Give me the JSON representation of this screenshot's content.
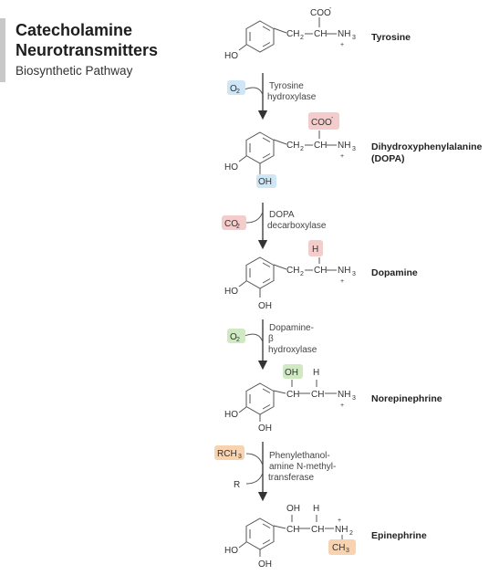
{
  "title": "Catecholamine Neurotransmitters",
  "title_line1": "Catecholamine",
  "title_line2": "Neurotransmitters",
  "subtitle": "Biosynthetic Pathway",
  "compounds": [
    {
      "name": "Tyrosine"
    },
    {
      "name": "Dihydroxyphenylalanine",
      "abbr": "(DOPA)"
    },
    {
      "name": "Dopamine"
    },
    {
      "name": "Norepinephrine"
    },
    {
      "name": "Epinephrine"
    }
  ],
  "steps": [
    {
      "enzyme_lines": [
        "Tyrosine",
        "hydroxylase"
      ],
      "cofactor": "O",
      "cofactor_sub": "2",
      "cofactor_color": "#cfe6f7"
    },
    {
      "enzyme_lines": [
        "DOPA",
        "decarboxylase"
      ],
      "product": "CO",
      "product_sub": "2",
      "product_color": "#f4cccc"
    },
    {
      "enzyme_lines": [
        "Dopamine-",
        "β",
        "hydroxylase"
      ],
      "cofactor": "O",
      "cofactor_sub": "2",
      "cofactor_color": "#cfeac3"
    },
    {
      "enzyme_lines": [
        "Phenylethanol-",
        "amine N-methyl-",
        "transferase"
      ],
      "cofactor": "RCH",
      "cofactor_sub": "3",
      "cofactor_color": "#f9d3b0",
      "product": "R"
    }
  ],
  "labels": {
    "ho": "HO",
    "oh": "OH",
    "coo": "COO",
    "ch2": "CH",
    "ch": "CH",
    "nh": "NH",
    "h": "H",
    "plus": "+",
    "minus": "-",
    "ch3": "CH"
  },
  "colors": {
    "blue_highlight": "#cfe6f7",
    "red_highlight": "#f4cccc",
    "green_highlight": "#cfeac3",
    "orange_highlight": "#f9d3b0",
    "title_bar": "#c8c8c8"
  }
}
